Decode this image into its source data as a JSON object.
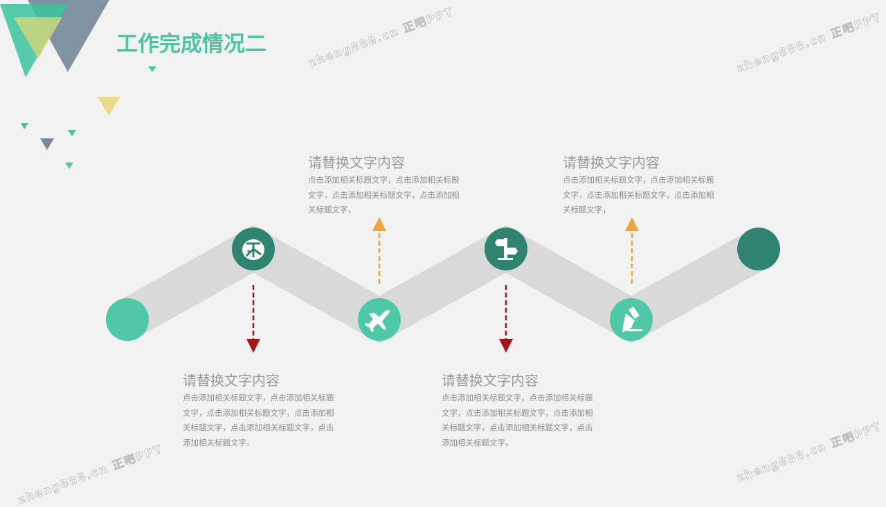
{
  "title": "工作完成情况二",
  "watermark": "zheng888.cn 正吧PPT",
  "colors": {
    "dark_green": "#308271",
    "light_green": "#4fc8a9",
    "track": "#d9d9d9",
    "up_arrow": "#f0a53c",
    "down_arrow": "#a01818"
  },
  "milestones": [
    {
      "icon": "bug-icon"
    },
    {
      "icon": "airplane-icon"
    },
    {
      "icon": "signpost-icon"
    },
    {
      "icon": "fountain-pen-icon"
    }
  ],
  "blocks": [
    {
      "heading": "请替换文字内容",
      "body": "点击添加相关标题文字，点击添加相关标题文字，点击添加相关标题文字，点击添加相关标题文字，点击添加相关标题文字，点击添加相关标题文字。"
    },
    {
      "heading": "请替换文字内容",
      "body": "点击添加相关标题文字，点击添加相关标题文字，点击添加相关标题文字，点击添加相关标题文字，"
    },
    {
      "heading": "请替换文字内容",
      "body": "点击添加相关标题文字，点击添加相关标题文字，点击添加相关标题文字，点击添加相关标题文字，点击添加相关标题文字，点击添加相关标题文字。"
    },
    {
      "heading": "请替换文字内容",
      "body": "点击添加相关标题文字，点击添加相关标题文字，点击添加相关标题文字，点击添加相关标题文字，"
    }
  ]
}
